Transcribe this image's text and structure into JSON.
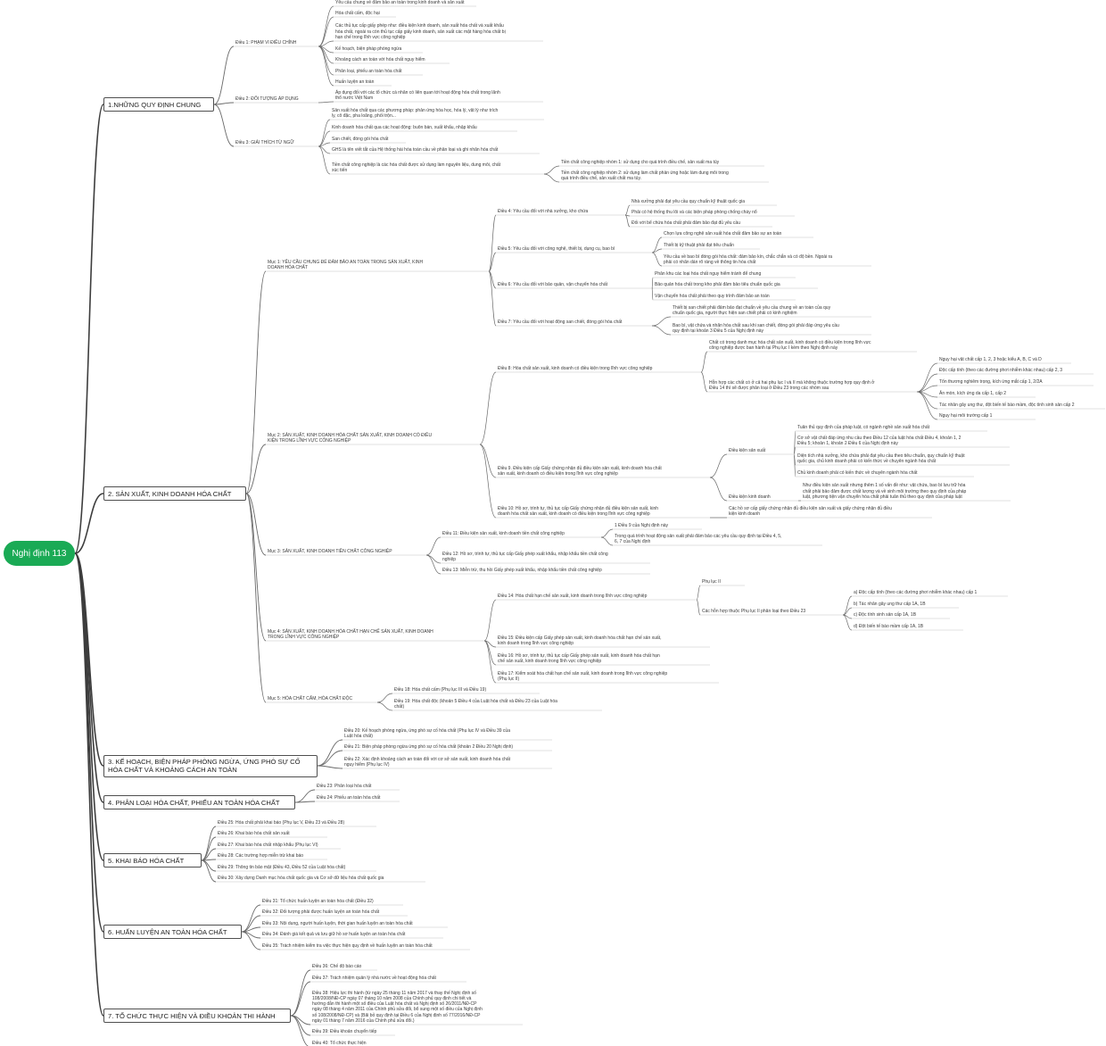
{
  "root": {
    "label": "Nghị định 113"
  },
  "branches": [
    {
      "label": "1.NHỮNG QUY ĐỊNH CHUNG",
      "children": [
        {
          "label": "Điều 1:  PHẠM VI ĐIỀU CHỈNH",
          "children": [
            {
              "label": "Yêu cầu chung về đảm bảo an toàn trong kinh doanh và sản xuất"
            },
            {
              "label": "Hóa chất cấm, độc hại"
            },
            {
              "label": "Các thủ tục cấp giấy phép như: điều kiện kinh doanh, sản xuất hóa chất và xuất khẩu\nhóa chất, ngoài ra còn thủ tục cấp giấy kinh doanh, sản xuất các mặt hàng hóa chất bị\nhạn chế  trong lĩnh vực công nghiệp"
            },
            {
              "label": "Kế hoạch, biện pháp phòng ngừa"
            },
            {
              "label": "Khoảng  cách an toàn với hóa chất nguy hiểm"
            },
            {
              "label": "Phân loại, phiếu an toàn hóa chất"
            },
            {
              "label": "Huấn luyện an toàn"
            }
          ]
        },
        {
          "label": "Điều 2: ĐỐI TƯỢNG ÁP DỤNG",
          "children": [
            {
              "label": "Áp dụng đối với các tổ chức cá nhân có liên quan tới hoạt động hóa chất trong lãnh\nthổ nước Việt Nam"
            }
          ]
        },
        {
          "label": "Điều 3: GIẢI THÍCH TỪ NGỮ",
          "children": [
            {
              "label": "Sản xuất hóa chất qua các phương pháp: phản ứng hóa học, hóa lý, vật lý như trích\nly, cô đặc, pha loãng, phối trộn..."
            },
            {
              "label": "Kinh doanh hóa chất qua các hoạt động: buôn bán, xuất khẩu, nhập khẩu"
            },
            {
              "label": "San chiết, đóng gói hóa chất"
            },
            {
              "label": "GHS là tên viết tắt của Hệ thống hài hòa toàn cầu về phân loại và ghi nhãn hóa chất"
            },
            {
              "label": "Tiền chất công nghiệp là các hóa chất được sử dụng làm nguyên liệu, dung môi, chất\nxúc tiến",
              "children": [
                {
                  "label": "Tiền chất công nghiệp nhóm 1: sử dụng cho quá trình điều chế, sản xuất ma túy"
                },
                {
                  "label": "Tiền chất công nghiệp nhóm 2: sử dụng làm chất phản ứng hoặc làm dung môi trong\nquá trình điều chế, sản xuất chất ma túy."
                }
              ]
            }
          ]
        }
      ]
    },
    {
      "label": "2. SẢN XUẤT, KINH DOANH HÓA CHẤT",
      "children": [
        {
          "label": "Mục 1: YÊU CẦU CHUNG ĐỂ ĐẢM BẢO AN TOÀN TRONG SẢN XUẤT, KINH\nDOANH HÓA CHẤT",
          "children": [
            {
              "label": "Điều 4: Yêu cầu đối với nhà xưởng, kho chứa",
              "children": [
                {
                  "label": "Nhà xưởng phải đạt yêu cầu quy chuẩn kỹ thuật quốc gia"
                },
                {
                  "label": "Phải có hệ thống thu lôi và các biện pháp phòng chống cháy nổ"
                },
                {
                  "label": "Đối với bể chứa hóa chất phải đảm bảo đạt đủ yêu cầu"
                }
              ]
            },
            {
              "label": "Điều 5: Yêu cầu đối với công nghệ, thiết bị, dụng cụ, bao bì",
              "children": [
                {
                  "label": "Chọn lựa công nghệ sản xuất hóa chất đảm bảo sự an toàn"
                },
                {
                  "label": "Thiết bị kỹ thuật phải đạt tiêu chuẩn"
                },
                {
                  "label": "Yêu cầu về bao bì đóng gói hóa chất: đảm bảo kín, chắc chắn và có độ bền. Ngoài ra\nphải có nhãn dán rõ ràng về thông tin hóa chất"
                }
              ]
            },
            {
              "label": "Điều 6: Yêu cầu đối với bảo quản, vận chuyển hóa chất",
              "children": [
                {
                  "label": "Phân khu các loại hóa chất nguy hiểm tránh để chung"
                },
                {
                  "label": "Bảo quản hóa chất trong kho phải đảm bảo tiêu chuẩn quốc gia"
                },
                {
                  "label": "Vận chuyển hóa chất phải theo quy trình đảm bảo an toàn"
                }
              ]
            },
            {
              "label": "Điều 7: Yêu cầu đối với hoạt động san chiết, đóng gói hóa chất",
              "children": [
                {
                  "label": "Thiết bị san chiết phải đảm bảo đạt chuẩn về yêu cầu chung về an toàn của quy\nchuẩn quốc gia, người thực hiện san chiết phải có kinh nghiệm"
                },
                {
                  "label": "Bao bì, vật chứa và nhãn hóa chất sau khi san chiết, đóng gói phải đáp ứng yêu cầu\nquy định tại khoản 3 Điều 5 của Nghị định này"
                }
              ]
            }
          ]
        },
        {
          "label": "Mục 2: SẢN XUẤT, KINH DOANH HÓA CHẤT SẢN XUẤT, KINH DOANH CÓ ĐIỀU\nKIỆN TRONG LĨNH VỰC CÔNG NGHIỆP",
          "children": [
            {
              "label": "Điều 8: Hóa chất sản xuất, kinh doanh có điều kiện trong lĩnh vực công nghiệp",
              "children": [
                {
                  "label": "Chất có trong danh mục hóa chất sản xuất, kinh doanh có điều kiện trong lĩnh vực\ncông nghiệp được ban hành tại Phụ lục I kèm theo Nghị định này"
                },
                {
                  "label": "Hỗn hợp các chất có ở cả hai phụ lục I và II mà không thuộc trường hợp quy định ở\nĐiều 14 thì sẽ được phân loại ở Điều 23 trong các nhóm sau",
                  "children": [
                    {
                      "label": "Nguy hại vật chất cấp 1, 2, 3 hoặc kiểu A, B, C và D"
                    },
                    {
                      "label": "Độc cấp tính (theo các đường phơi nhiễm khác nhau) cấp 2, 3"
                    },
                    {
                      "label": "Tổn thương nghiêm trọng, kích ứng mắt cấp 1, 2/2A"
                    },
                    {
                      "label": "Ăn mòn, kích ứng da cấp 1, cấp 2"
                    },
                    {
                      "label": "Tác nhân gây ung thư, đột biến tế bào mầm, độc tính sinh sản cấp 2"
                    },
                    {
                      "label": "Nguy hại môi trường cấp 1"
                    }
                  ]
                }
              ]
            },
            {
              "label": "Điều 9. Điều kiện cấp Giấy chứng nhận đủ điều kiện sản xuất, kinh doanh hóa chất\nsản xuất, kinh doanh có điều kiện trong lĩnh vực công nghiệp",
              "children": [
                {
                  "label": "Điều kiện sản xuất",
                  "children": [
                    {
                      "label": "Tuân thủ quy định của pháp luật, có ngành nghề sản xuất hóa chất"
                    },
                    {
                      "label": "Cơ sở vật chất đáp ứng nhu cầu theo Điều 12 của luật hóa chất Điều 4, khoản 1, 2\nĐiều 5; khoản 1, khoản 2 Điều 6 của Nghị định này"
                    },
                    {
                      "label": "Diện tích nhà xưởng, kho chứa phải đạt yêu cầu theo tiêu chuẩn, quy chuẩn kỹ thuật\nquốc gia, chủ kinh doanh phải có kiến thức về chuyên ngành hóa chất"
                    },
                    {
                      "label": "Chủ kinh doanh phải có kiến thức về chuyên ngành hóa chất"
                    }
                  ]
                },
                {
                  "label": "Điều kiện kinh doanh",
                  "children": [
                    {
                      "label": "Như điều kiện sản xuất nhưng thêm 1 số vấn đề như: vật chứa, bao bì lưu trữ hóa\nchất phải bảo đảm được chất lượng và về sinh môi trường theo quy định của pháp\nluật, phương tiện vận chuyển hóa chất phải tuân thủ theo quy định của pháp luật"
                    }
                  ]
                }
              ]
            },
            {
              "label": "Điều 10: Hồ sơ, trình tự, thủ tục cấp Giấy chứng nhận đủ điều kiện sản xuất, kinh\ndoanh hóa chất sản xuất, kinh doanh có điều kiện trong lĩnh vực công nghiệp",
              "children": [
                {
                  "label": "Các hồ sơ cấp giấy chứng nhận đủ điều kiện sản xuất và giấy chứng nhận đủ điều\nkiện kinh doanh"
                }
              ]
            }
          ]
        },
        {
          "label": "Mục 3: SẢN XUẤT, KINH DOANH TIỀN CHẤT CÔNG NGHIỆP",
          "children": [
            {
              "label": "Điều 11: Điều kiện sản xuất, kinh doanh tiền chất công nghiệp",
              "children": [
                {
                  "label": "1 Điều 9 của Nghị định này"
                },
                {
                  "label": "Trong quá trình hoạt động sản xuất phải đảm bảo các yêu cầu quy định tại Điều 4, 5,\n6, 7 của Nghị định"
                }
              ]
            },
            {
              "label": "Điều 12: Hồ sơ, trình tự, thủ tục cấp Giấy phép xuất khẩu, nhập khẩu tiền chất công\nnghiệp"
            },
            {
              "label": "Điều 13: Miễn trừ, thu hồi Giấy phép xuất khẩu, nhập khẩu tiền chất công nghiệp"
            }
          ]
        },
        {
          "label": "Mục 4: SẢN XUẤT, KINH DOANH HÓA CHẤT HẠN CHẾ SẢN XUẤT, KINH DOANH\nTRONG LĨNH VỰC CÔNG NGHIỆP",
          "children": [
            {
              "label": "Điều 14: Hóa chất hạn chế sản xuất, kinh doanh trong lĩnh vực công nghiệp",
              "children": [
                {
                  "label": "Phụ lục II"
                },
                {
                  "label": "Các hỗn hợp thuộc Phụ lục II phân loại theo Điều 23",
                  "children": [
                    {
                      "label": "a) Độc cấp tính (theo các đường phơi nhiễm khác nhau) cấp 1"
                    },
                    {
                      "label": "b) Tác nhân gây ung thư cấp 1A, 1B"
                    },
                    {
                      "label": "c) Độc tính sinh sản cấp 1A, 1B"
                    },
                    {
                      "label": "d) Đột biến tế bào mầm cấp 1A, 1B"
                    }
                  ]
                }
              ]
            },
            {
              "label": "Điều 15: Điều kiện cấp Giấy phép sản xuất, kinh doanh hóa chất hạn chế sản xuất,\nkinh doanh trong lĩnh vực công nghiệp"
            },
            {
              "label": "Điều 16: Hồ sơ, trình tự, thủ tục cấp Giấy phép sản xuất, kinh doanh hóa chất hạn\nchế sản xuất, kinh doanh trong lĩnh vực công nghiệp"
            },
            {
              "label": "Điều 17: Kiểm soát hóa chất hạn chế sản xuất, kinh doanh trong lĩnh vực công nghiệp\n(Phụ lục II)"
            }
          ]
        },
        {
          "label": "Mục 5: HÓA CHẤT CẤM, HÓA CHẤT ĐỘC",
          "children": [
            {
              "label": "Điều 18: Hóa chất cấm (Phụ lục III và Điều 19)"
            },
            {
              "label": "Điều 19: Hóa chất độc (khoản 5 Điều 4 của Luật hóa chất và Điều 23 của Luật hóa\nchất)"
            }
          ]
        }
      ]
    },
    {
      "label": "3. KẾ HOẠCH, BIỆN PHÁP PHÒNG NGỪA, ỨNG PHÓ SỰ CỐ\nHÓA CHẤT VÀ KHOẢNG CÁCH AN TOÀN",
      "children": [
        {
          "label": "Điều 20: Kế hoạch phòng ngừa, ứng phó sự cố hóa chất (Phụ lục IV và Điều 39 của\nLuật hóa chất)"
        },
        {
          "label": "Điều 21: Biện pháp phòng ngừa ứng phó sự cố hóa chất (khoản 2 Điều 20 Nghị định)"
        },
        {
          "label": "Điều 22: Xác định khoảng cách an toàn đối với cơ sở sản xuất, kinh doanh hóa chất\nnguy hiểm (Phụ lục IV)"
        }
      ]
    },
    {
      "label": "4. PHÂN LOẠI HÓA CHẤT, PHIẾU AN TOÀN HÓA CHẤT",
      "children": [
        {
          "label": "Điều 23: Phân loại hóa chất"
        },
        {
          "label": "Điều 24: Phiếu an toàn hóa chất"
        }
      ]
    },
    {
      "label": "5. KHAI BÁO HÓA CHẤT",
      "children": [
        {
          "label": "Điều 25: Hóa chất phải khai báo (Phụ lục V, Điều 23 và Điều 28)"
        },
        {
          "label": "Điều 26: Khai báo hóa chất sản xuất"
        },
        {
          "label": "Điều 27: Khai báo hóa chất nhập khẩu (Phụ lục VI)"
        },
        {
          "label": "Điều 28: Các trường hợp miễn trừ khai báo"
        },
        {
          "label": "Điều 29: Thông tin bảo mật (Điều 43, Điều 52 của Luật hóa chất)"
        },
        {
          "label": "Điều 30: Xây dựng Danh mục hóa chất quốc gia và Cơ sở dữ liệu hóa chất quốc gia"
        }
      ]
    },
    {
      "label": "6. HUẤN LUYỆN AN TOÀN HÓA CHẤT",
      "children": [
        {
          "label": "Điều 31: Tổ chức huấn luyện an toàn hóa chất (Điều 32)"
        },
        {
          "label": "Điều 32: Đối tượng phải được huấn luyện an toàn hóa chất"
        },
        {
          "label": "Điều 33: Nội dung, người huấn luyện, thời gian huấn luyện an toàn hóa chất"
        },
        {
          "label": "Điều 34: Đánh giá kết quả và lưu giữ hồ sơ huấn luyện an toàn hóa chất"
        },
        {
          "label": "Điều 35: Trách nhiệm kiểm tra việc thực hiện quy định về huấn luyện an toàn hóa chất"
        }
      ]
    },
    {
      "label": "7. TỔ CHỨC THỰC HIỆN VÀ ĐIỀU KHOẢN THI HÀNH",
      "children": [
        {
          "label": "Điều 36: Chế độ báo cáo"
        },
        {
          "label": "Điều 37: Trách nhiệm quản lý nhà nước về hoạt động hóa chất"
        },
        {
          "label": "Điều 38: Hiệu lực thi hành (từ ngày 25 tháng 11 năm 2017 và thay thế Nghị định số\n108/2008/NĐ-CP ngày 07 tháng 10 năm 2008 của Chính phủ quy định chi tiết và\nhướng dẫn thi hành một số điều của Luật hóa chất và Nghị định số 26/2011/NĐ-CP\nngày 08 tháng 4 năm 2011 của Chính phủ sửa đổi, bổ sung một số điều của Nghị định\nsố 108/2008/NĐ-CP) và (Bãi bỏ quy định tại Điều 6 của Nghị định số 77/2016/NĐ-CP\nngày 01 tháng 7 năm 2016 của Chính phủ sửa đổi.)"
        },
        {
          "label": "Điều 39: Điều khoản chuyển tiếp"
        },
        {
          "label": "Điều 40: Tổ chức thực hiện"
        }
      ]
    }
  ],
  "colors": {
    "root": "#1aaa55",
    "line": "#3d3d3d",
    "underline": "#c4c4c4"
  }
}
